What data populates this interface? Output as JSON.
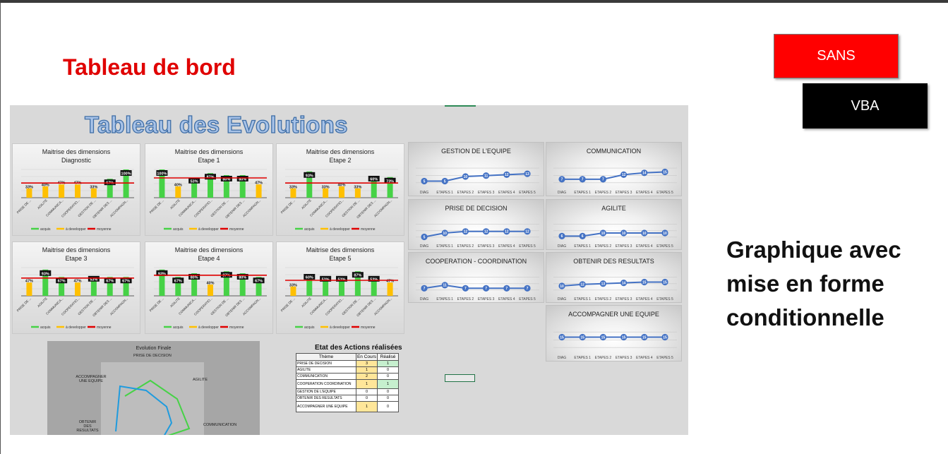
{
  "main_title": "Tableau de bord",
  "buttons": {
    "sans": "SANS",
    "vba": "VBA"
  },
  "side_caption": "Graphique avec mise en forme conditionnelle",
  "dashboard_title": "Tableau des Evolutions",
  "colors": {
    "acquis": "#46d246",
    "a_developper": "#ffc000",
    "moyenne": "#e00000",
    "line": "#4472c4",
    "title_red": "#e00000"
  },
  "bar_categories": [
    "PRISE DE ...",
    "AGILITE",
    "COMMUNICA...",
    "COOPERATIO...",
    "GESTION DE ...",
    "OBTENIR DES ...",
    "ACCOMPAGN..."
  ],
  "legend": {
    "acquis": "acquis",
    "a_developper": "à developper",
    "moyenne": "moyenne"
  },
  "bar_charts": [
    {
      "title": "Maitrise des dimensions",
      "subtitle": "Diagnostic",
      "labels": [
        "33%",
        "40%",
        "47%",
        "47%",
        "33%",
        "67%",
        "100%"
      ],
      "acquis": [
        0,
        0,
        0,
        0,
        0,
        67,
        100
      ],
      "developper": [
        33,
        40,
        47,
        47,
        33,
        0,
        0
      ],
      "mean": 52
    },
    {
      "title": "Maitrise des dimensions",
      "subtitle": "Etape 1",
      "labels": [
        "100%",
        "40%",
        "53%",
        "87%",
        "80%",
        "80%",
        "47%"
      ],
      "acquis": [
        100,
        0,
        53,
        87,
        80,
        80,
        0
      ],
      "developper": [
        0,
        40,
        0,
        0,
        0,
        0,
        47
      ],
      "mean": 70
    },
    {
      "title": "Maitrise des dimensions",
      "subtitle": "Etape 2",
      "labels": [
        "33%",
        "93%",
        "33%",
        "40%",
        "33%",
        "60%",
        "73%"
      ],
      "acquis": [
        0,
        93,
        0,
        0,
        0,
        60,
        73
      ],
      "developper": [
        33,
        0,
        33,
        40,
        33,
        0,
        0
      ],
      "mean": 52
    },
    {
      "title": "Maitrise des dimensions",
      "subtitle": "Etape 3",
      "labels": [
        "47%",
        "93%",
        "67%",
        "47%",
        "53%",
        "67%",
        "67%"
      ],
      "acquis": [
        0,
        93,
        67,
        0,
        53,
        67,
        67
      ],
      "developper": [
        47,
        0,
        0,
        47,
        0,
        0,
        0
      ],
      "mean": 63
    },
    {
      "title": "Maitrise des dimensions",
      "subtitle": "Etape 4",
      "labels": [
        "93%",
        "67%",
        "80%",
        "40%",
        "87%",
        "80%",
        "67%"
      ],
      "acquis": [
        93,
        67,
        80,
        0,
        87,
        80,
        67
      ],
      "developper": [
        0,
        0,
        0,
        40,
        0,
        0,
        0
      ],
      "mean": 73
    },
    {
      "title": "Maitrise des dimensions",
      "subtitle": "Etape 5",
      "labels": [
        "33%",
        "60%",
        "53%",
        "53%",
        "87%",
        "53%",
        "47%"
      ],
      "acquis": [
        0,
        60,
        53,
        53,
        87,
        53,
        0
      ],
      "developper": [
        33,
        0,
        0,
        0,
        0,
        0,
        47
      ],
      "mean": 55
    }
  ],
  "line_x_labels": [
    "DIAG",
    "ETAPES 1",
    "ETAPES 2",
    "ETAPES 3",
    "ETAPES 4",
    "ETAPES 5"
  ],
  "line_charts": [
    {
      "title": "GESTION DE L'EQUIPE",
      "values": [
        5,
        5,
        10,
        11,
        12,
        13
      ]
    },
    {
      "title": "COMMUNICATION",
      "values": [
        7,
        7,
        7,
        12,
        14,
        15
      ]
    },
    {
      "title": "PRISE DE DECISION",
      "values": [
        5,
        10,
        12,
        12,
        12,
        12
      ]
    },
    {
      "title": "AGILITE",
      "values": [
        6,
        6,
        10,
        10,
        10,
        10
      ]
    },
    {
      "title": "COOPERATION - COORDINATION",
      "values": [
        7,
        11,
        7,
        7,
        7,
        7
      ]
    },
    {
      "title": "OBTENIR DES RESULTATS",
      "values": [
        10,
        12,
        13,
        14,
        15,
        15
      ]
    },
    {
      "title": "ACCOMPAGNER UNE EQUIPE",
      "values": [
        15,
        15,
        15,
        15,
        15,
        15
      ]
    }
  ],
  "radar": {
    "title": "Evolution Finale",
    "axes": [
      "PRISE DE DECISION",
      "AGILITE",
      "COMMUNICATION",
      "OBTENIR DES RESULTATS",
      "ACCOMPAGNER UNE EQUIPE"
    ]
  },
  "actions_table": {
    "title": "Etat des Actions réalisées",
    "headers": [
      "Thème",
      "En Cours",
      "Réalisé"
    ],
    "rows": [
      {
        "theme": "PRISE DE DECISION",
        "en_cours": "3",
        "realise": "1"
      },
      {
        "theme": "AGILITE",
        "en_cours": "1",
        "realise": "0"
      },
      {
        "theme": "COMMUNICATION",
        "en_cours": "2",
        "realise": "0"
      },
      {
        "theme": "COOPERATION COORDINATION",
        "en_cours": "1",
        "realise": "1"
      },
      {
        "theme": "GESTION DE L'EQUIPE",
        "en_cours": "0",
        "realise": "0"
      },
      {
        "theme": "OBTENIR DES RESULTATS",
        "en_cours": "0",
        "realise": "0"
      },
      {
        "theme": "ACCOMPAGNER UNE EQUIPE",
        "en_cours": "1",
        "realise": "0"
      }
    ]
  },
  "chart_data": [
    {
      "type": "bar",
      "title": "Maitrise des dimensions",
      "subtitle": "Diagnostic",
      "categories": [
        "PRISE DE ...",
        "AGILITE",
        "COMMUNICA...",
        "COOPERATIO...",
        "GESTION DE ...",
        "OBTENIR DES ...",
        "ACCOMPAGN..."
      ],
      "series": [
        {
          "name": "acquis",
          "values": [
            0,
            0,
            0,
            0,
            0,
            67,
            100
          ]
        },
        {
          "name": "à developper",
          "values": [
            33,
            40,
            47,
            47,
            33,
            0,
            0
          ]
        }
      ],
      "legend": "bottom"
    },
    {
      "type": "line",
      "title": "GESTION DE L'EQUIPE",
      "x": [
        "DIAG",
        "ETAPES 1",
        "ETAPES 2",
        "ETAPES 3",
        "ETAPES 4",
        "ETAPES 5"
      ],
      "values": [
        5,
        5,
        10,
        11,
        12,
        13
      ]
    }
  ]
}
